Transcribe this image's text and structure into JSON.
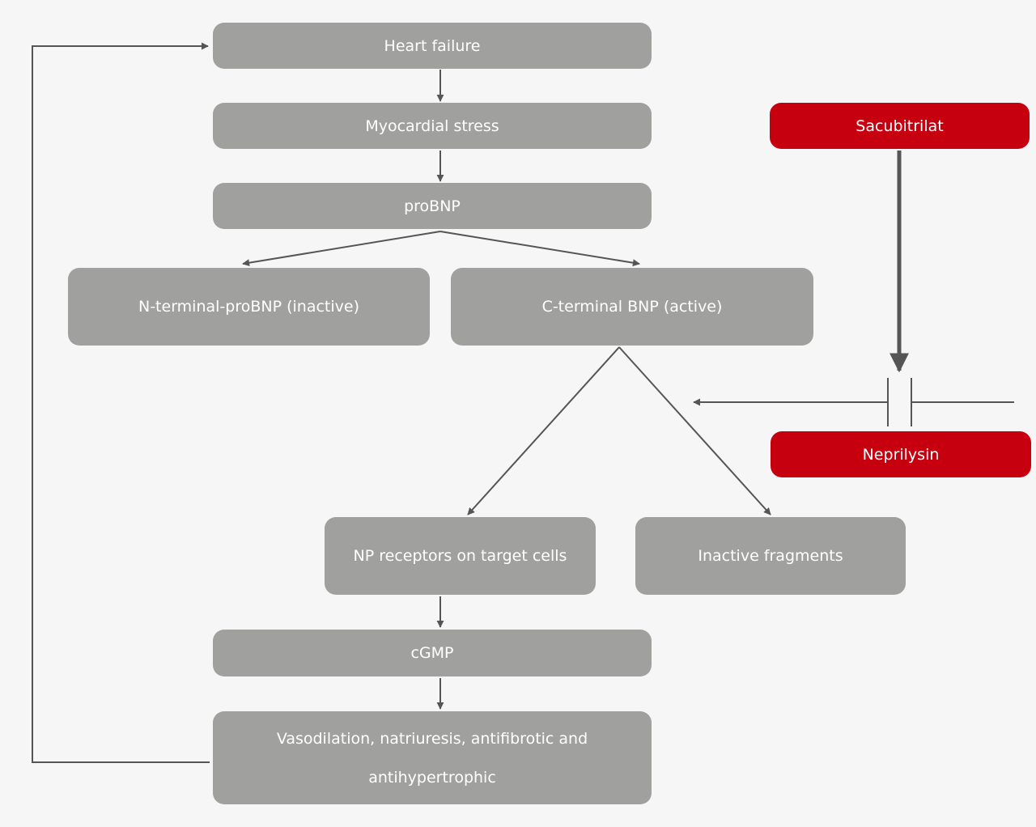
{
  "nodes": {
    "heart_failure": "Heart failure",
    "myocardial_stress": "Myocardial stress",
    "probnp": "proBNP",
    "nt_probnp": "N-terminal-proBNP (inactive)",
    "ct_bnp": "C-terminal BNP (active)",
    "np_receptors": "NP receptors on target cells",
    "inactive_fragments": "Inactive fragments",
    "cgmp": "cGMP",
    "effects_line1": "Vasodilation, natriuresis, antifibrotic and",
    "effects_line2": "antihypertrophic",
    "sacubitrilat": "Sacubitrilat",
    "neprilysin": "Neprilysin"
  },
  "colors": {
    "background": "#f6f6f6",
    "grey_box": "#a0a19f",
    "red_box": "#c6000f",
    "arrow": "#555555",
    "text": "#ffffff"
  }
}
